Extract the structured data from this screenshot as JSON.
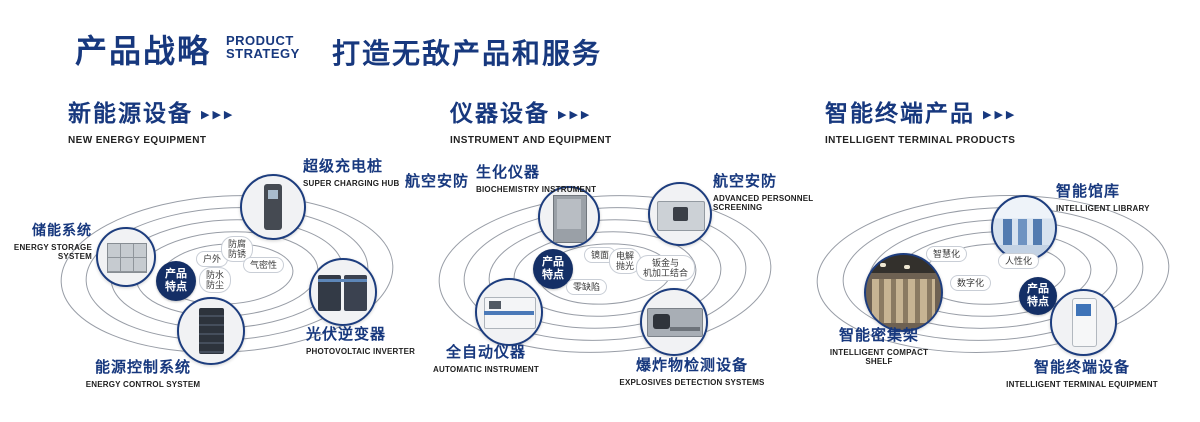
{
  "colors": {
    "brand_blue": "#17387e",
    "badge_navy": "#142f66"
  },
  "icons": {
    "triple_arrow": "▶▶▶"
  },
  "header": {
    "title_cn": "产品战略",
    "title_en_line1": "PRODUCT",
    "title_en_line2": "STRATEGY",
    "slogan": "打造无敌产品和服务"
  },
  "sections": [
    {
      "title_cn": "新能源设备",
      "title_en": "NEW ENERGY EQUIPMENT",
      "badge": "产品\n特点",
      "features": [
        "户外",
        "防腐\n防锈",
        "防水\n防尘",
        "气密性"
      ],
      "products": [
        {
          "name_cn": "储能系统",
          "name_en": "ENERGY STORAGE\nSYSTEM"
        },
        {
          "name_cn": "超级充电桩",
          "name_en": "SUPER CHARGING HUB"
        },
        {
          "name_cn": "光伏逆变器",
          "name_en": "PHOTOVOLTAIC INVERTER"
        },
        {
          "name_cn": "能源控制系统",
          "name_en": "ENERGY CONTROL SYSTEM"
        }
      ]
    },
    {
      "title_cn": "仪器设备",
      "title_en": "INSTRUMENT AND EQUIPMENT",
      "badge": "产品\n特点",
      "features": [
        "镜面",
        "电解\n抛光",
        "零缺陷",
        "钣金与\n机加工结合"
      ],
      "products": [
        {
          "name_cn": "航空安防",
          "name_en": ""
        },
        {
          "name_cn": "生化仪器",
          "name_en": "BIOCHEMISTRY INSTRUMENT"
        },
        {
          "name_cn": "航空安防",
          "name_en": "ADVANCED PERSONNEL\nSCREENING"
        },
        {
          "name_cn": "全自动仪器",
          "name_en": "AUTOMATIC INSTRUMENT"
        },
        {
          "name_cn": "爆炸物检测设备",
          "name_en": "EXPLOSIVES DETECTION SYSTEMS"
        }
      ]
    },
    {
      "title_cn": "智能终端产品",
      "title_en": "INTELLIGENT TERMINAL PRODUCTS",
      "badge": "产品\n特点",
      "features": [
        "智慧化",
        "人性化",
        "数字化"
      ],
      "products": [
        {
          "name_cn": "智能馆库",
          "name_en": "INTELLIGENT LIBRARY"
        },
        {
          "name_cn": "智能密集架",
          "name_en": "INTELLIGENT COMPACT\nSHELF"
        },
        {
          "name_cn": "智能终端设备",
          "name_en": "INTELLIGENT TERMINAL EQUIPMENT"
        }
      ]
    }
  ]
}
